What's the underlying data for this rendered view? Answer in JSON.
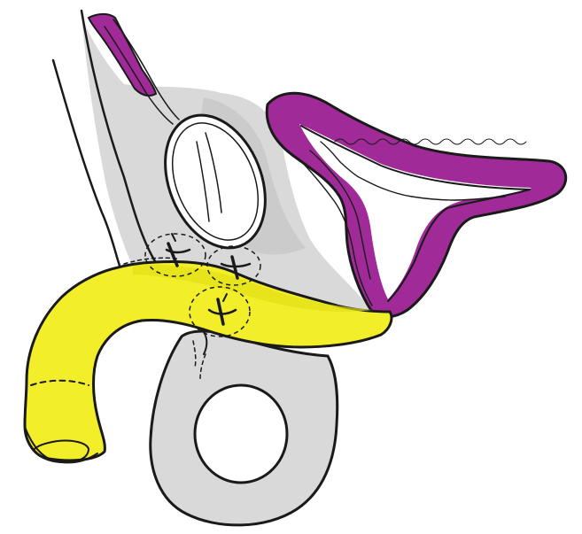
{
  "illustration": {
    "colors": {
      "paper": "#ffffff",
      "ink": "#1a1a1a",
      "gray_tissue": "#d9d9d9",
      "gray_shadow": "#c4c4c4",
      "yellow_structure": "#f2ef2a",
      "yellow_shadow": "#e4df15",
      "purple_structure": "#a02a97",
      "purple_dark": "#7d1e75"
    },
    "structures": [
      "upper-purple-strip",
      "oval-structure",
      "uterine-shape",
      "yellow-tube",
      "ring-structure",
      "suture-knots"
    ]
  }
}
